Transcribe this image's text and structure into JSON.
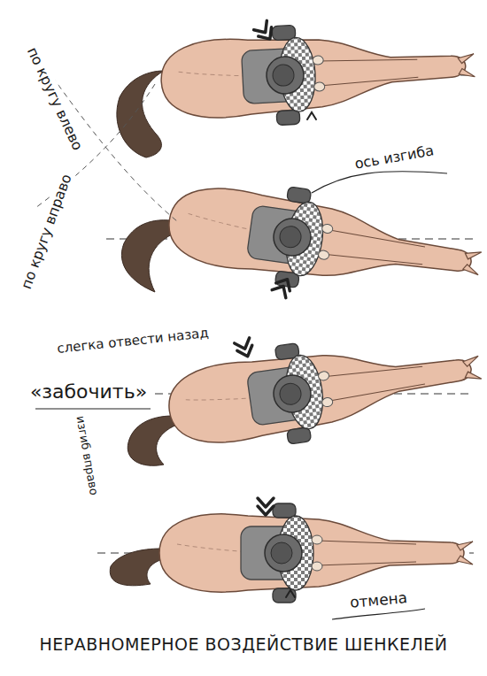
{
  "diagram": {
    "title": "НЕРАВНОМЕРНОЕ ВОЗДЕЙСТВИЕ ШЕНКЕЛЕЙ",
    "labels": [
      "по кругу влево",
      "по кругу вправо",
      "ось изгиба",
      "слегка отвести назад",
      "«забочить»",
      "изгиб вправо",
      "отмена"
    ]
  }
}
